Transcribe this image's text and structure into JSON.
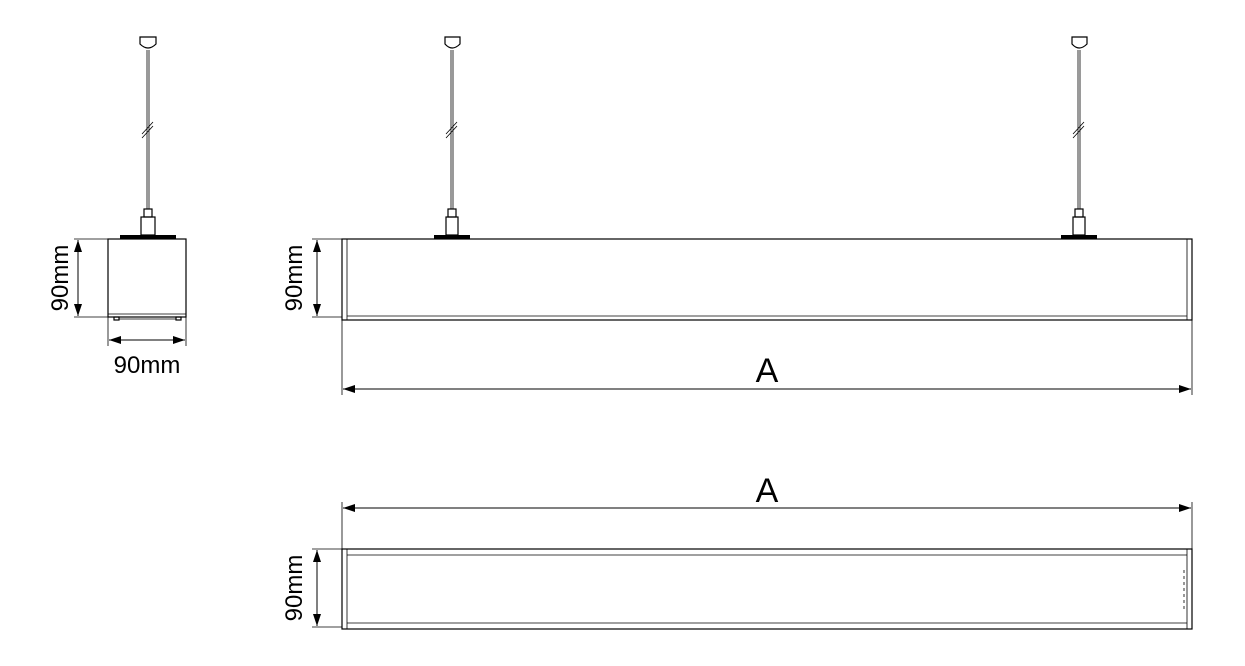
{
  "side_view": {
    "height_label": "90mm",
    "width_label": "90mm"
  },
  "front_view": {
    "height_label": "90mm",
    "length_label": "A"
  },
  "bottom_view": {
    "height_label": "90mm",
    "length_label": "A"
  }
}
